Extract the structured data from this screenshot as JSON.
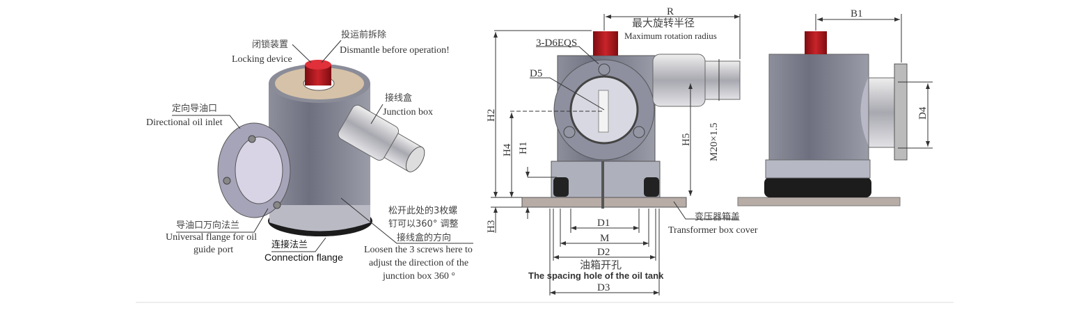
{
  "isometric_view": {
    "locking_device": {
      "cn": "闭锁装置",
      "en": "Locking device"
    },
    "dismantle": {
      "cn": "投运前拆除",
      "en": "Dismantle before operation!"
    },
    "oil_inlet": {
      "cn": "定向导油口",
      "en": "Directional oil inlet"
    },
    "junction_box": {
      "cn": "接线盒",
      "en": "Junction box"
    },
    "universal_flange": {
      "cn": "导油口万向法兰",
      "en1": "Universal flange for oil",
      "en2": "guide port"
    },
    "connection_flange": {
      "cn": "连接法兰",
      "en": "Connection flange"
    },
    "screws_note": {
      "cn1": "松开此处的3枚螺",
      "cn2": "钉可以360° 调整",
      "cn3": "接线盒的方向",
      "en1": "Loosen the 3 screws here to",
      "en2": "adjust the direction of the",
      "en3": "junction box 360 °"
    }
  },
  "front_view": {
    "R": "R",
    "radius_cn": "最大旋转半径",
    "radius_en": "Maximum rotation radius",
    "bolts": "3-D6EQS",
    "D5": "D5",
    "H2": "H2",
    "H4": "H4",
    "H1": "H1",
    "H5": "H5",
    "H3": "H3",
    "thread": "M20×1.5",
    "D1": "D1",
    "M": "M",
    "D2": "D2",
    "D3": "D3",
    "tank_hole_cn": "油箱开孔",
    "tank_hole_en": "The spacing hole of the oil tank",
    "cover_cn": "变压器箱盖",
    "cover_en": "Transformer box cover"
  },
  "side_view": {
    "B1": "B1",
    "D4": "D4"
  },
  "colors": {
    "knob": "#a5141b",
    "body": "#7c7e8c",
    "cap": "#d6c2a8",
    "base": "#222222",
    "plate": "#b7aca6"
  }
}
